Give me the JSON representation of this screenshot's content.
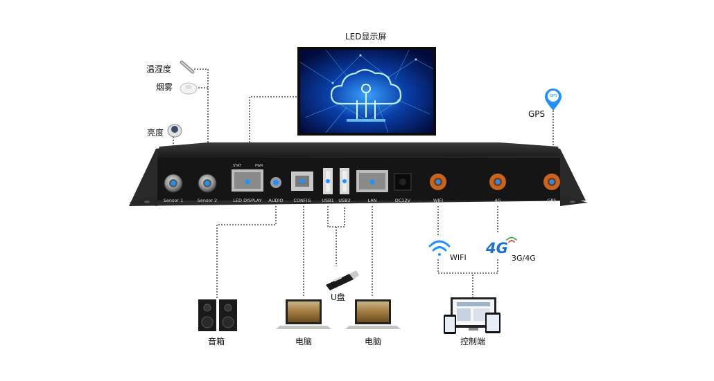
{
  "display": {
    "title": "LED显示屏"
  },
  "sensors": {
    "temp_humidity": "温湿度",
    "smoke": "烟雾",
    "brightness": "亮度"
  },
  "gps": {
    "label": "GPS",
    "pin_text": "GPS"
  },
  "ports": {
    "sensor1": "Sensor 1",
    "sensor2": "Sensor 2",
    "led_display": "LED DISPLAY",
    "audio": "AUDIO",
    "config": "CONFIG",
    "usb1": "USB1",
    "usb2": "USB2",
    "lan": "LAN",
    "dc12v": "DC12V",
    "wifi": "WIFI",
    "fourg": "4G",
    "gps": "GPS"
  },
  "indicators": {
    "stat": "STAT",
    "pwr": "PWR"
  },
  "devices": {
    "speaker": "音箱",
    "computer1": "电脑",
    "computer2": "电脑",
    "udisk": "U盘",
    "wifi": "WIFI",
    "network": "3G/4G",
    "network_logo": "4G",
    "control": "控制端"
  },
  "colors": {
    "device_body": "#1b1b1b",
    "antenna_port": "#c8641e",
    "screen_glow": "#1e7fff",
    "wifi_blue": "#1e90ff",
    "connector_line": "#222222"
  }
}
